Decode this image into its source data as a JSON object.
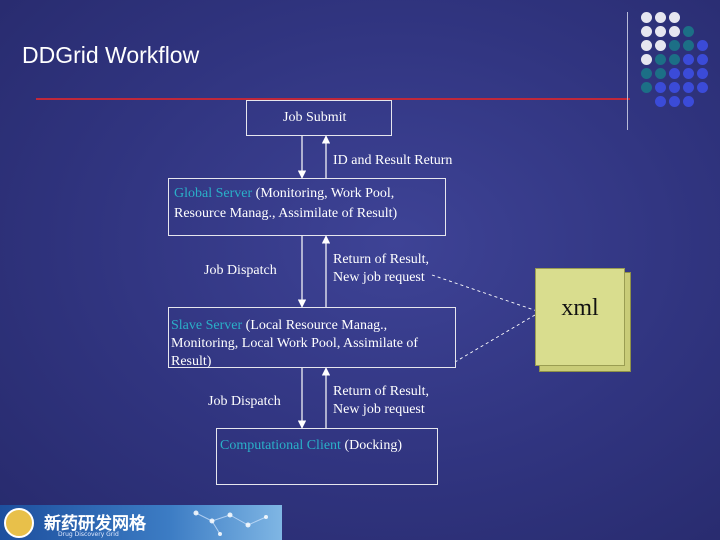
{
  "title": "DDGrid Workflow",
  "nodes": {
    "job_submit": "Job Submit",
    "global_server": {
      "name": "Global Server",
      "desc_line1": " (Monitoring, Work Pool,",
      "desc_line2": "Resource Manag., Assimilate of Result)"
    },
    "slave_server": {
      "name": "Slave Server",
      "desc_line1": " (Local Resource Manag.,",
      "desc_line2": "Monitoring, Local Work Pool, Assimilate of",
      "desc_line3": "Result)"
    },
    "client": {
      "name": "Computational Client",
      "desc": " (Docking)"
    },
    "xml": "xml"
  },
  "edges": {
    "id_result_return": "ID and Result Return",
    "job_dispatch_1": "Job Dispatch",
    "return_result_1_line1": "Return of Result,",
    "return_result_1_line2": "New job request",
    "job_dispatch_2": "Job Dispatch",
    "return_result_2_line1": "Return  of  Result,",
    "return_result_2_line2": "New job request"
  },
  "footer": {
    "text": "新药研发网格",
    "subtext": "Drug Discovery Grid"
  },
  "colors": {
    "background": "#30347f",
    "accent": "#2ab0c8",
    "title_rule": "#c0283a",
    "xml_note": "#d9dd8e",
    "dot_light": "#e6e6f0",
    "dot_teal": "#1c6f86",
    "dot_blue": "#3b4bd8"
  }
}
